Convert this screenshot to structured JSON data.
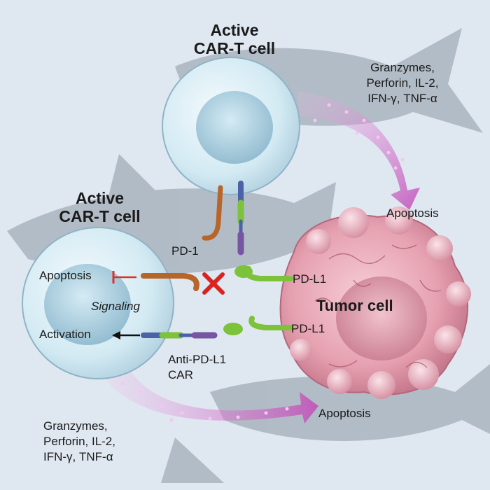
{
  "top_cell": {
    "title_line1": "Active",
    "title_line2": "CAR-T cell"
  },
  "left_cell": {
    "title_line1": "Active",
    "title_line2": "CAR-T cell"
  },
  "top_cytokines": [
    "Granzymes,",
    "Perforin, IL-2,",
    "IFN-γ, TNF-α"
  ],
  "bottom_cytokines": [
    "Granzymes,",
    "Perforin, IL-2,",
    "IFN-γ, TNF-α"
  ],
  "apoptosis_top": "Apoptosis",
  "apoptosis_bottom": "Apoptosis",
  "pd1_label": "PD-1",
  "pdl1_upper": "PD-L1",
  "pdl1_lower": "PD-L1",
  "tumor_label": "Tumor cell",
  "apoptosis_inhibit": "Apoptosis",
  "signaling_label": "Signaling",
  "activation_label": "Activation",
  "car_label_line1": "Anti-PD-L1",
  "car_label_line2": "CAR",
  "colors": {
    "background": "#dfe8f1",
    "silhouette": "#a8b3bd",
    "cell_fill": "#c9e4ef",
    "nucleus": "#a9cfe0",
    "tumor": "#d9899a",
    "pd1": "#b8652a",
    "pdl1": "#7cc23a",
    "car_blue": "#4c62a6",
    "car_purple": "#7656a2",
    "cytokine_arrow": "#c85ac0",
    "inhibit": "#d9342b",
    "block_x": "#d9231f"
  }
}
